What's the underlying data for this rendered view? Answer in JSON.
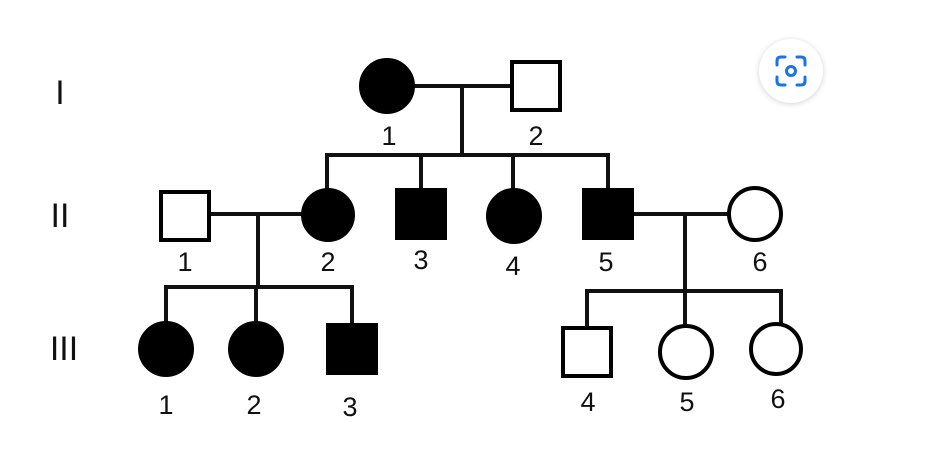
{
  "generations": {
    "g1": "I",
    "g2": "II",
    "g3": "III"
  },
  "individuals": {
    "I": [
      {
        "label": "1",
        "sex": "female",
        "affected": true
      },
      {
        "label": "2",
        "sex": "male",
        "affected": false
      }
    ],
    "II": [
      {
        "label": "1",
        "sex": "male",
        "affected": false
      },
      {
        "label": "2",
        "sex": "female",
        "affected": true
      },
      {
        "label": "3",
        "sex": "male",
        "affected": true
      },
      {
        "label": "4",
        "sex": "female",
        "affected": true
      },
      {
        "label": "5",
        "sex": "male",
        "affected": true
      },
      {
        "label": "6",
        "sex": "female",
        "affected": false
      }
    ],
    "III": [
      {
        "label": "1",
        "sex": "female",
        "affected": true
      },
      {
        "label": "2",
        "sex": "female",
        "affected": true
      },
      {
        "label": "3",
        "sex": "male",
        "affected": true
      },
      {
        "label": "4",
        "sex": "male",
        "affected": false
      },
      {
        "label": "5",
        "sex": "female",
        "affected": false
      },
      {
        "label": "6",
        "sex": "female",
        "affected": false
      }
    ]
  },
  "overlay": {
    "icon": "lens-scan-icon",
    "accent": "#1a73e8"
  }
}
